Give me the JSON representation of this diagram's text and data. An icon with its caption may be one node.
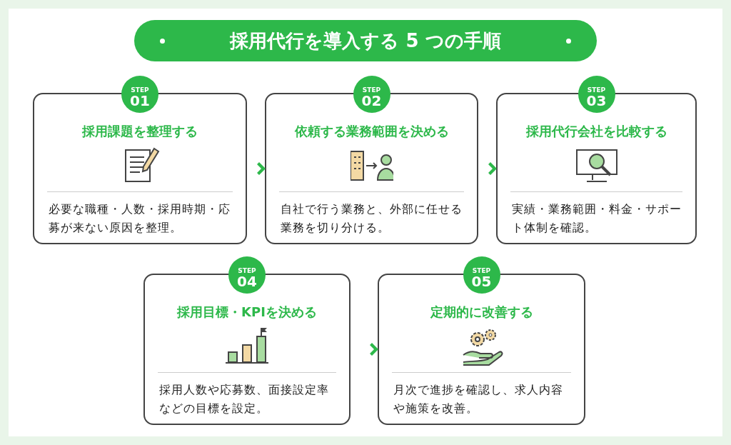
{
  "diagram": {
    "title": "採用代行を導入する 5 つの手順",
    "nodes": [
      {
        "text": [
          "STEP 01",
          "採用課題を整理する",
          "必要な職種・人数・採用時期・応募が来ない原因を整理。"
        ]
      },
      {
        "text": [
          "STEP 02",
          "依頼する業務範囲を決める",
          "自社で行う業務と、外部に任せる業務を切り分ける。"
        ]
      },
      {
        "text": [
          "STEP 03",
          "採用代行会社を比較する",
          "実績・業務範囲・料金・サポート体制を確認。"
        ]
      },
      {
        "text": [
          "STEP 04",
          "採用目標・KPIを決める",
          "採用人数や応募数、面接設定率などの目標を設定。"
        ]
      },
      {
        "text": [
          "STEP 05",
          "定期的に改善する",
          "月次で進捗を確認し、求人内容や施策を改善。"
        ]
      }
    ],
    "edges": [
      {
        "from": 0,
        "to": 1,
        "arrow": "to"
      },
      {
        "from": 1,
        "to": 2,
        "arrow": "to"
      },
      {
        "from": 3,
        "to": 4,
        "arrow": "to"
      }
    ]
  }
}
